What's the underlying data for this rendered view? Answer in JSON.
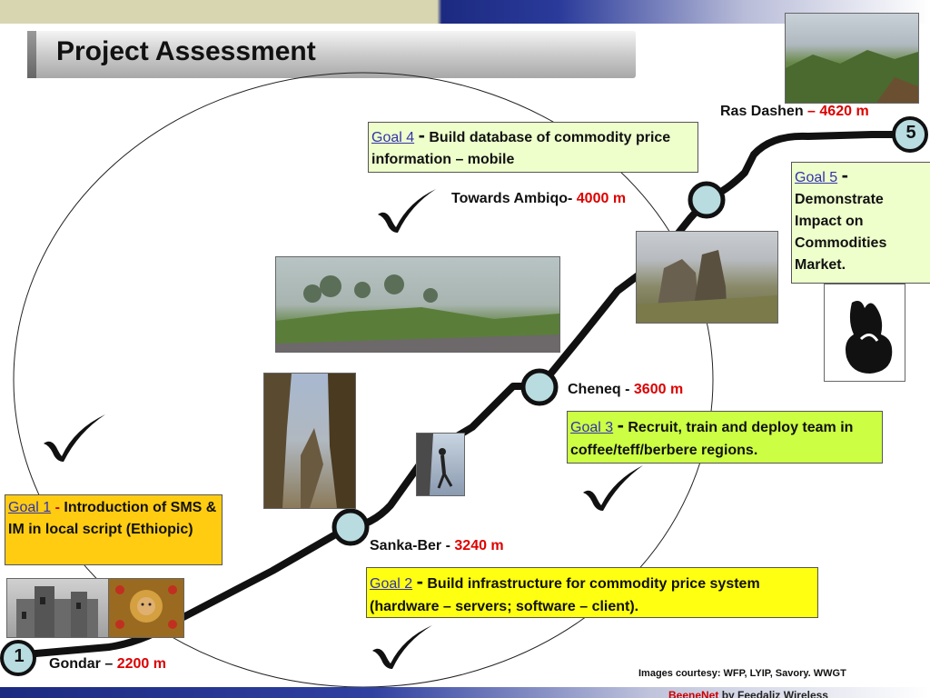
{
  "header": {
    "title": "Project Assessment"
  },
  "waypoints": [
    {
      "number": "1",
      "name": "Gondar",
      "separator": "–",
      "altitude": "2200 m"
    },
    {
      "name": "Sanka-Ber",
      "separator": "-",
      "altitude": "3240 m"
    },
    {
      "name": "Cheneq",
      "separator": "-",
      "altitude": "3600 m"
    },
    {
      "name": "Towards Ambiqo-",
      "altitude": "4000 m"
    },
    {
      "number": "5",
      "name": "Ras Dashen",
      "separator": "–",
      "altitude": "4620 m"
    }
  ],
  "goals": [
    {
      "link": "Goal 1",
      "separator": "-",
      "text": "Introduction of SMS & IM in local script (Ethiopic)",
      "color": "#ffcc11"
    },
    {
      "link": "Goal 2",
      "separator": "-",
      "text": "Build infrastructure for commodity price system (hardware – servers; software – client).",
      "color": "#ffff11"
    },
    {
      "link": "Goal 3",
      "separator": "-",
      "text": "Recruit, train and deploy team in coffee/teff/berbere regions.",
      "color": "#ccff44"
    },
    {
      "link": "Goal 4",
      "separator": "-",
      "text": "Build database of commodity price information – mobile",
      "color": "#eeffcc"
    },
    {
      "link": "Goal 5",
      "separator": "-",
      "text": "Demonstrate Impact on Commodities Market.",
      "color": "#eeffcc"
    }
  ],
  "credits": "Images courtesy: WFP, LYIP, Savory. WWGT",
  "footer": {
    "brand": "BeeneNet",
    "rest": "by Feedaliz Wireless"
  },
  "colors": {
    "path": "#111111",
    "marker_fill": "#b8dce0",
    "altitude_red": "#dd0000"
  }
}
